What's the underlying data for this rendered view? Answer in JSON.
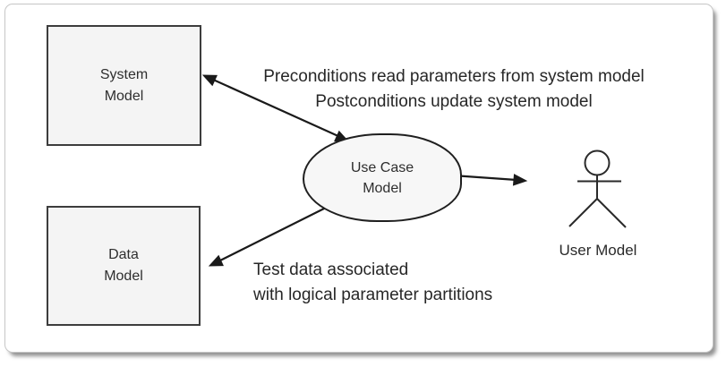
{
  "nodes": {
    "system_model": {
      "line1": "System",
      "line2": "Model"
    },
    "data_model": {
      "line1": "Data",
      "line2": "Model"
    },
    "use_case_model": {
      "line1": "Use Case",
      "line2": "Model"
    },
    "user_model": {
      "label": "User Model"
    }
  },
  "annotations": {
    "system_arrow_line1": "Preconditions read parameters from system model",
    "system_arrow_line2": "Postconditions update system model",
    "data_arrow_line1": "Test data associated",
    "data_arrow_line2": "with logical parameter partitions"
  },
  "colors": {
    "node_fill": "#f4f4f4",
    "node_border": "#3d3d3d",
    "ellipse_fill": "#f7f7f7",
    "line_color": "#1a1a1a",
    "text_color": "#272727",
    "card_border": "#c6c6c6",
    "background": "#ffffff"
  }
}
